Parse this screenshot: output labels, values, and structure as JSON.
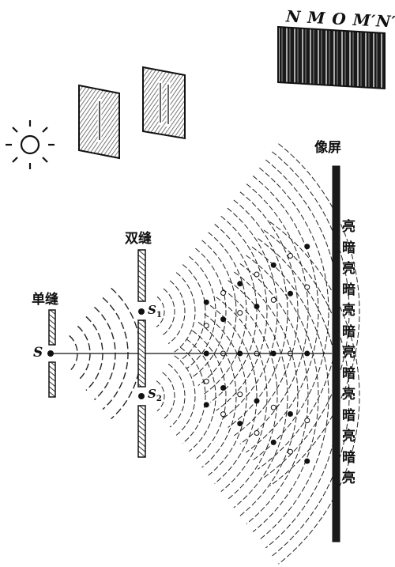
{
  "labels": {
    "strip_letters": "N M O M′N′",
    "screen": "像屏",
    "double_slit": "双缝",
    "single_slit": "单缝",
    "source": "S",
    "s1": "S",
    "s1_sub": "1",
    "s2": "S",
    "s2_sub": "2"
  },
  "fringes": [
    "亮",
    "暗",
    "亮",
    "暗",
    "亮",
    "暗",
    "亮",
    "暗",
    "亮",
    "暗",
    "亮",
    "暗",
    "亮"
  ],
  "icons": [
    "sun-icon",
    "filter-plate-icon",
    "filter-plate-icon",
    "fringe-strip-icon"
  ],
  "colors": {
    "ink": "#111111",
    "paper": "#ffffff",
    "hatch": "#555555"
  }
}
